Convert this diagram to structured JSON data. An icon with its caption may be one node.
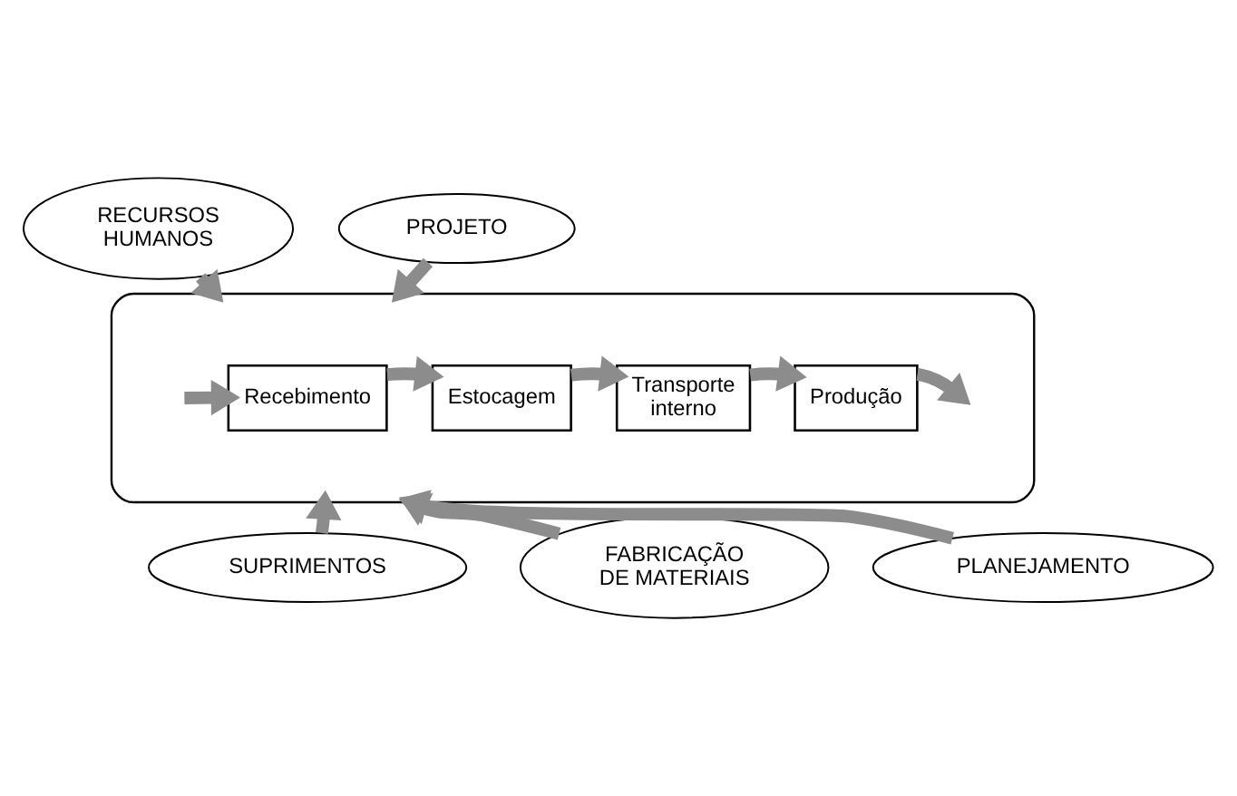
{
  "diagram": {
    "nodes": [
      {
        "text": [
          "RECURSOS HUMANOS"
        ]
      },
      {
        "text": [
          "PROJETO"
        ]
      },
      {
        "text": [],
        "shape": "ellipse"
      },
      {
        "text": [
          "Recebimento"
        ],
        "in": 2
      },
      {
        "text": [
          "Estocagem"
        ],
        "in": 2
      },
      {
        "text": [
          "Transporte interno"
        ],
        "in": 2
      },
      {
        "text": [
          "Produção"
        ],
        "in": 2
      },
      {
        "text": [
          "SUPRIMENTOS"
        ]
      },
      {
        "text": [
          "PLANEJAMENTO"
        ]
      },
      {
        "text": [
          "FABRICAÇÃO DE MATERIAIS"
        ]
      }
    ],
    "edges": [
      {
        "from": null,
        "to": 3,
        "arrow": "to"
      },
      {
        "from": 3,
        "to": 4,
        "arrow": "to"
      },
      {
        "from": 4,
        "to": 5,
        "arrow": "to"
      },
      {
        "from": 5,
        "to": 6,
        "arrow": "to"
      },
      {
        "from": 6,
        "to": null,
        "arrow": "to"
      },
      {
        "from": 0,
        "to": 2,
        "arrow": "to"
      },
      {
        "from": 1,
        "to": 2,
        "arrow": "to"
      },
      {
        "from": 7,
        "to": 2,
        "arrow": "to"
      },
      {
        "from": 9,
        "to": 2,
        "arrow": "to"
      },
      {
        "from": 8,
        "to": 2,
        "arrow": "to"
      }
    ]
  }
}
